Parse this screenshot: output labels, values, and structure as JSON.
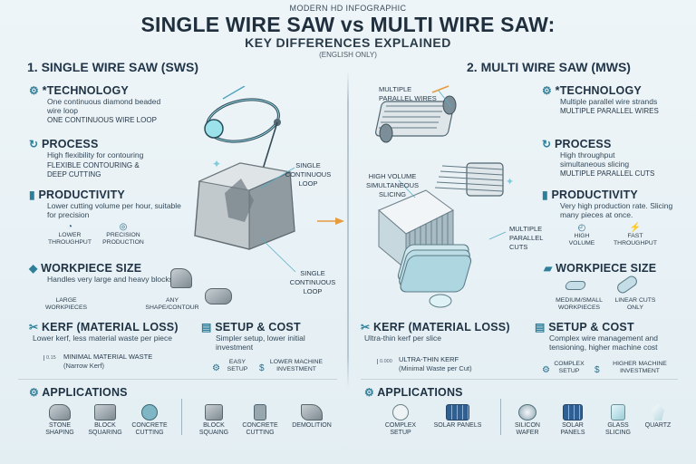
{
  "header": {
    "kicker": "MODERN HD INFOGRAPHIC",
    "title": "SINGLE WIRE SAW vs MULTI WIRE SAW:",
    "subtitle": "KEY DIFFERENCES EXPLAINED",
    "lang": "(ENGLISH ONLY)"
  },
  "left": {
    "heading": "1. SINGLE WIRE SAW (SWS)",
    "technology": {
      "title": "*TECHNOLOGY",
      "desc": "One continuous diamond beaded wire loop",
      "caps": "ONE CONTINUOUS WIRE LOOP"
    },
    "process": {
      "title": "PROCESS",
      "desc": "High flexibility for contouring",
      "caps": "FLEXIBLE CONTOURING & DEEP CUTTING"
    },
    "productivity": {
      "title": "PRODUCTIVITY",
      "desc": "Lower cutting volume per hour, suitable for precision",
      "icons": [
        "LOWER THROUGHPUT",
        "PRECISION PRODUCTION"
      ]
    },
    "workpiece": {
      "title": "WORKPIECE SIZE",
      "desc": "Handles very large and heavy blocks",
      "icons": [
        "LARGE WORKPIECES",
        "ANY SHAPE/CONTOUR"
      ]
    },
    "kerf": {
      "title": "KERF (MATERIAL LOSS)",
      "desc": "Lower kerf, less material waste per piece",
      "gauge": "0.15",
      "caps": "MINIMAL MATERIAL WASTE",
      "note": "(Narrow Kerf)"
    },
    "setup": {
      "title": "SETUP & COST",
      "desc": "Simpler setup, lower initial investment",
      "icons": [
        "EASY SETUP",
        "LOWER MACHINE INVESTMENT"
      ]
    },
    "callouts": {
      "top": "SINGLE CONTINUOUS LOOP",
      "bottom": "SINGLE CONTINUOUS LOOP"
    }
  },
  "right": {
    "heading": "2. MULTI WIRE SAW (MWS)",
    "technology": {
      "title": "*TECHNOLOGY",
      "desc": "Multiple parallel wire strands",
      "caps": "MULTIPLE PARALLEL WIRES"
    },
    "process": {
      "title": "PROCESS",
      "desc": "High throughput simultaneous slicing",
      "caps": "MULTIPLE PARALLEL CUTS"
    },
    "productivity": {
      "title": "PRODUCTIVITY",
      "desc": "Very high production rate. Slicing many pieces at once.",
      "icons": [
        "HIGH VOLUME",
        "FAST THROUGHPUT"
      ]
    },
    "workpiece": {
      "title": "WORKPIECE SIZE",
      "icons": [
        "MEDIUM/SMALL WORKPIECES",
        "LINEAR CUTS ONLY"
      ]
    },
    "kerf": {
      "title": "KERF (MATERIAL LOSS)",
      "desc": "Ultra-thin kerf per slice",
      "gauge": "0.000",
      "caps": "ULTRA-THIN KERF",
      "note": "(Minimal Waste per Cut)"
    },
    "setup": {
      "title": "SETUP & COST",
      "desc": "Complex wire management and tensioning, higher machine cost",
      "icons": [
        "COMPLEX SETUP",
        "HIGHER MACHINE INVESTMENT"
      ]
    },
    "callouts": {
      "wires": "MULTIPLE PARALLEL WIRES",
      "slicing": "HIGH VOLUME SIMULTANEOUS SLICING",
      "cuts": "MULTIPLE PARALLEL CUTS"
    }
  },
  "applications": {
    "title_left": "APPLICATIONS",
    "title_right": "APPLICATIONS",
    "left_items": [
      "STONE SHAPING",
      "BLOCK SQUARING",
      "CONCRETE CUTTING",
      "BLOCK SQUAING",
      "CONCRETE CUTTING",
      "DEMOLITION"
    ],
    "right_items": [
      "COMPLEX SETUP",
      "SOLAR PANELS",
      "SILICON WAFER",
      "SOLAR PANELS",
      "GLASS SLICING",
      "QUARTZ"
    ]
  }
}
